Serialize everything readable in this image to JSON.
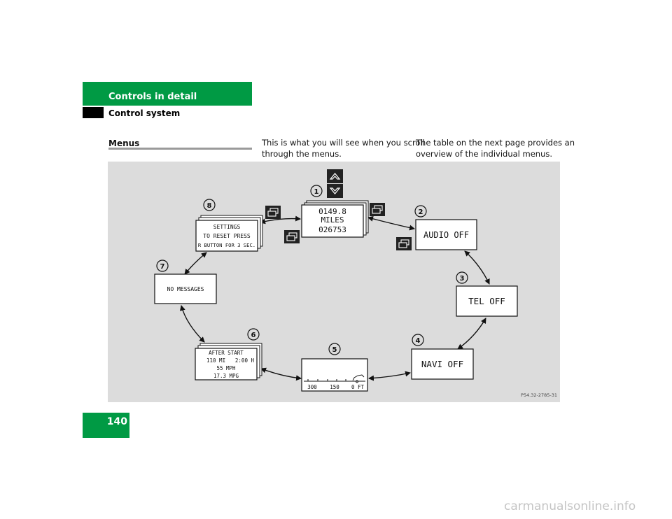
{
  "header": {
    "section": "Controls in detail",
    "subsection": "Control system"
  },
  "page_number": "140",
  "menus_heading": "Menus",
  "intro": {
    "col1_line1": "This is what you will see when you scroll",
    "col1_line2": "through the menus.",
    "col2_line1": "The table on the next page provides an",
    "col2_line2": "overview of the individual menus."
  },
  "figure": {
    "trip": {
      "line1": "0149.8",
      "line2": "MILES",
      "line3": "026753",
      "callout": "1"
    },
    "audio": {
      "text": "AUDIO OFF",
      "callout": "2"
    },
    "tel": {
      "text": "TEL OFF",
      "callout": "3"
    },
    "navi": {
      "text": "NAVI OFF",
      "callout": "4"
    },
    "gauge": {
      "tick1": "300",
      "tick2": "150",
      "tick3": "0 FT",
      "callout": "5"
    },
    "after_start": {
      "line1": "AFTER START",
      "line2a": "110 MI",
      "line2b": "2:00 H",
      "line3": "55 MPH",
      "line4": "17.3 MPG",
      "callout": "6"
    },
    "no_messages": {
      "text": "NO MESSAGES",
      "callout": "7"
    },
    "settings": {
      "line1": "SETTINGS",
      "line2": "TO RESET PRESS",
      "line3": "R BUTTON FOR 3 SEC.",
      "callout": "8"
    },
    "ref_code": "P54.32-2785-31",
    "icons": [
      "scroll-up-button-icon",
      "scroll-down-button-icon",
      "menu-button-icon"
    ]
  },
  "watermark": "carmanualsonline.info"
}
